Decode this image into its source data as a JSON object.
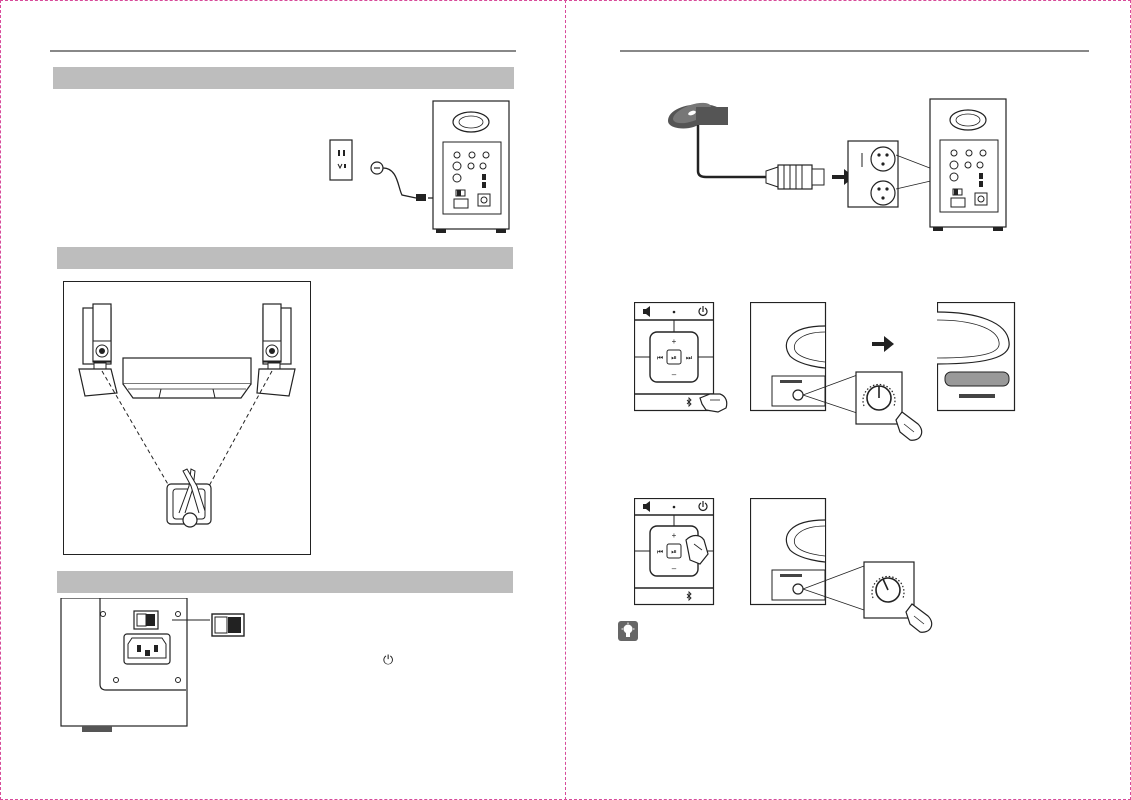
{
  "left_page": {
    "sections": [
      {
        "name": "power-connection",
        "heading": ""
      },
      {
        "name": "speaker-placement",
        "heading": ""
      },
      {
        "name": "power-switch",
        "heading": ""
      }
    ]
  },
  "icons": {
    "power": "⏻",
    "bulb": "bulb-icon",
    "mute": "mute-icon",
    "bluetooth": "bluetooth-icon"
  },
  "remote": {
    "plus": "+",
    "minus": "–",
    "prev": "⏮",
    "play": "⏯",
    "next": "⏭"
  },
  "colors": {
    "band": "#bdbdbd",
    "rule": "#888888",
    "border": "#d84a9a",
    "line": "#222222"
  }
}
